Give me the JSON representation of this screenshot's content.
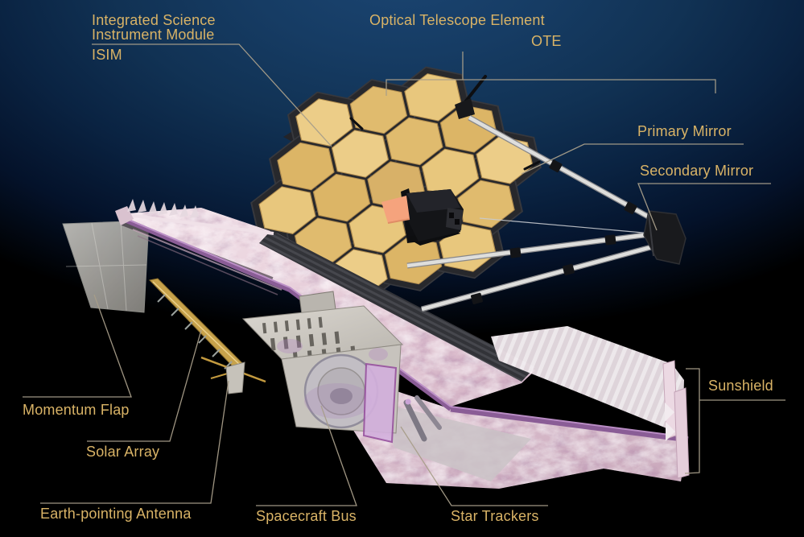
{
  "figure": {
    "subject": "James Webb Space Telescope labeled diagram"
  },
  "colors": {
    "label_text": "#d9b366",
    "pointer_line": "#a89e8a",
    "sky_top": "#1a4470",
    "mirror_gold": "#e5c277",
    "mirror_shades": [
      "#e8c77d",
      "#e0bb6e",
      "#eccd88",
      "#dcb566"
    ],
    "mirror_center": "#d8b168",
    "mirror_seam": "#b08c4f",
    "backplane": "#27282c",
    "sunshield_pink": "#ecd8e1",
    "sunshield_rim_purple": "#8a5d96",
    "salmon_patch": "#f5a37d",
    "strut_white": "#dededc",
    "solar_gold": "#c7a24b"
  },
  "labels": {
    "isim_line1": "Integrated Science",
    "isim_line2": "Instrument Module",
    "isim_abbr": "ISIM",
    "ote": "Optical Telescope Element",
    "ote_abbr": "OTE",
    "primary_mirror": "Primary Mirror",
    "secondary_mirror": "Secondary Mirror",
    "sunshield": "Sunshield",
    "momentum_flap": "Momentum Flap",
    "solar_array": "Solar Array",
    "earth_antenna": "Earth-pointing Antenna",
    "spacecraft_bus": "Spacecraft Bus",
    "star_trackers": "Star Trackers"
  }
}
